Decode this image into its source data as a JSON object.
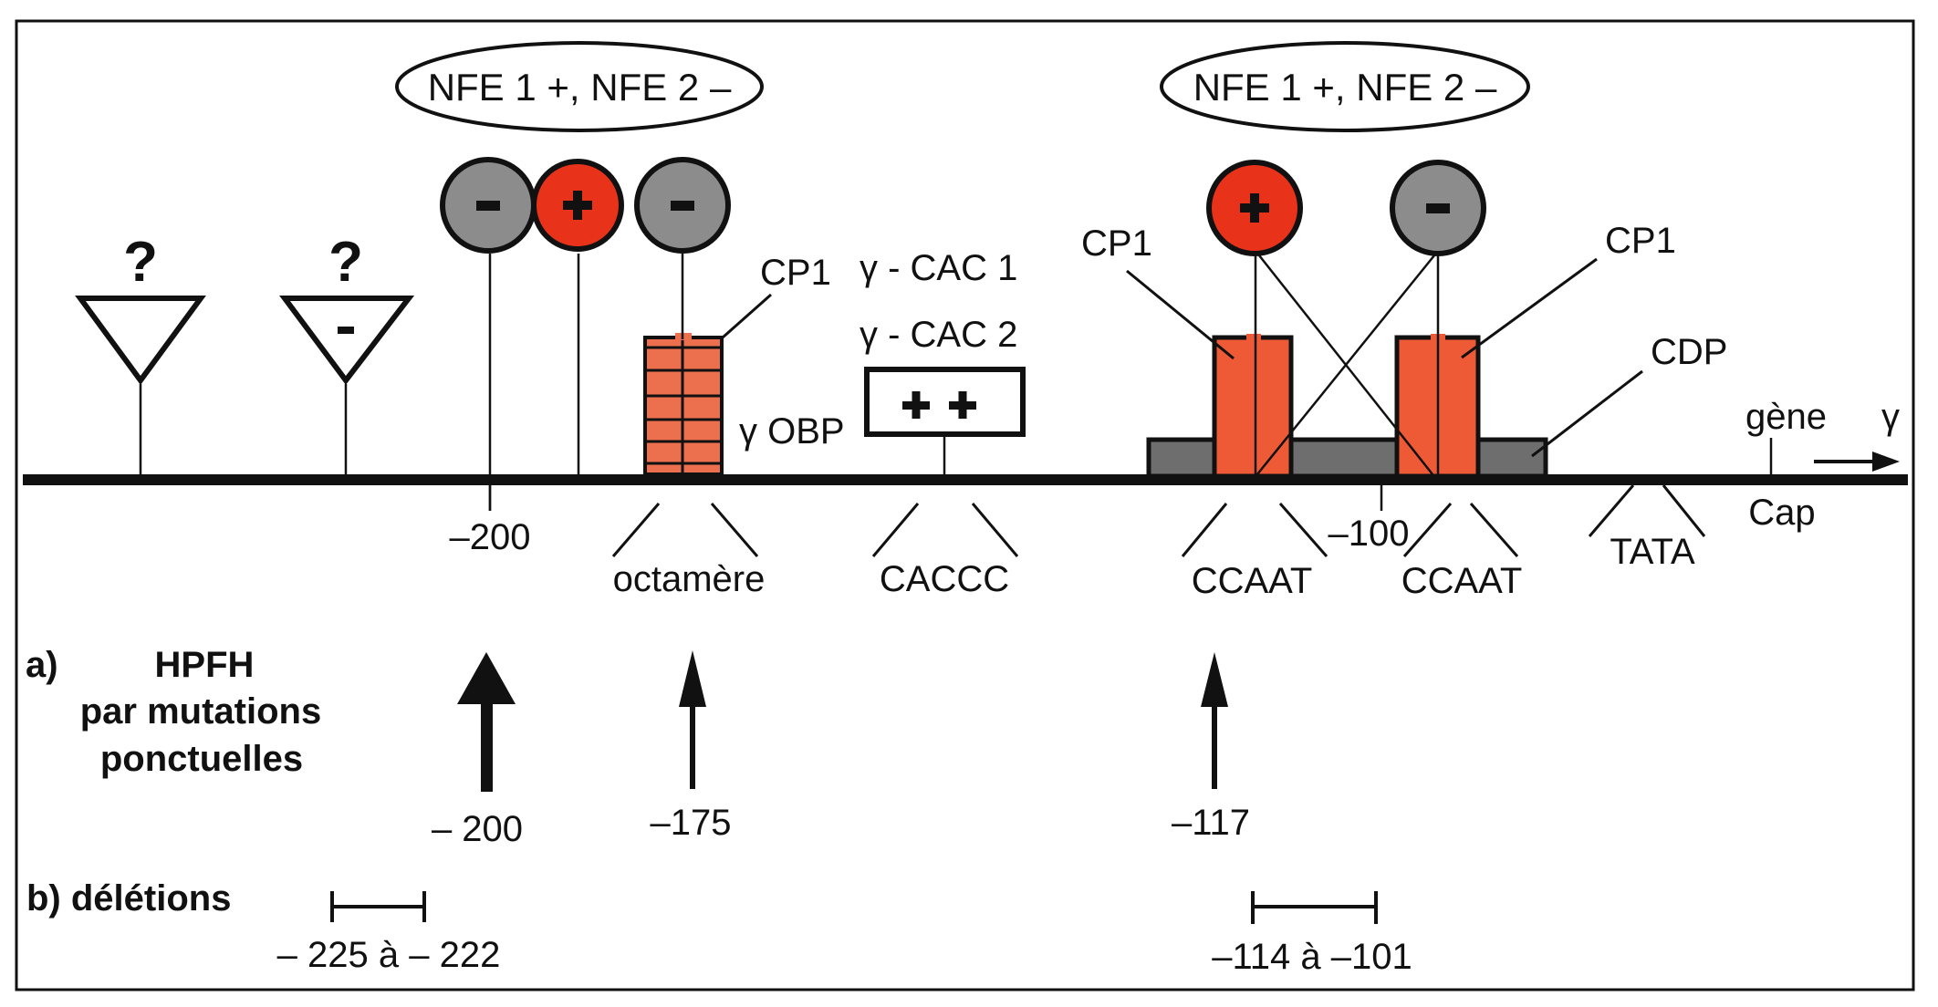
{
  "figure": {
    "type": "gene promoter regulation diagram",
    "gene_label": "gène",
    "gene_symbol": "γ",
    "colors": {
      "activator": "#e8321a",
      "repressor": "#8c8c8c",
      "cp1_box": "#ee5a36",
      "cdp_box": "#6e6e6e",
      "octamer_box": "#ec6f4e",
      "line": "#111111"
    }
  },
  "nfe_labels": [
    {
      "text": "NFE 1 +, NFE 2 –"
    },
    {
      "text": "NFE 1 +, NFE 2 –"
    }
  ],
  "unknown_factors": [
    {
      "symbol": "?",
      "sign": ""
    },
    {
      "symbol": "?",
      "sign": "-"
    }
  ],
  "factors": [
    {
      "type": "repressor",
      "sign": "-"
    },
    {
      "type": "activator",
      "sign": "+"
    },
    {
      "type": "repressor",
      "sign": "-"
    },
    {
      "type": "activator",
      "sign": "+"
    },
    {
      "type": "repressor",
      "sign": "-"
    }
  ],
  "protein_labels": {
    "cp1_a": "CP1",
    "cp1_b": "CP1",
    "cp1_c": "CP1",
    "cdp": "CDP",
    "gamma_obp": "γ OBP",
    "gamma_cac1": "γ - CAC 1",
    "gamma_cac2": "γ - CAC 2",
    "cac_box_signs": "+ +"
  },
  "positions": {
    "m200": "–200",
    "m100": "–100",
    "cap": "Cap"
  },
  "elements": [
    {
      "name": "octamère"
    },
    {
      "name": "CACCC"
    },
    {
      "name": "CCAAT"
    },
    {
      "name": "CCAAT"
    },
    {
      "name": "TATA"
    }
  ],
  "section_a": {
    "label": "a)",
    "title": "HPFH",
    "line2": "par mutations",
    "line3": "ponctuelles",
    "mutations": [
      {
        "position": "– 200"
      },
      {
        "position": "–175"
      },
      {
        "position": "–117"
      }
    ]
  },
  "section_b": {
    "label": "b) délétions",
    "deletions": [
      {
        "range": "– 225 à – 222"
      },
      {
        "range": "–114 à –101"
      }
    ]
  }
}
